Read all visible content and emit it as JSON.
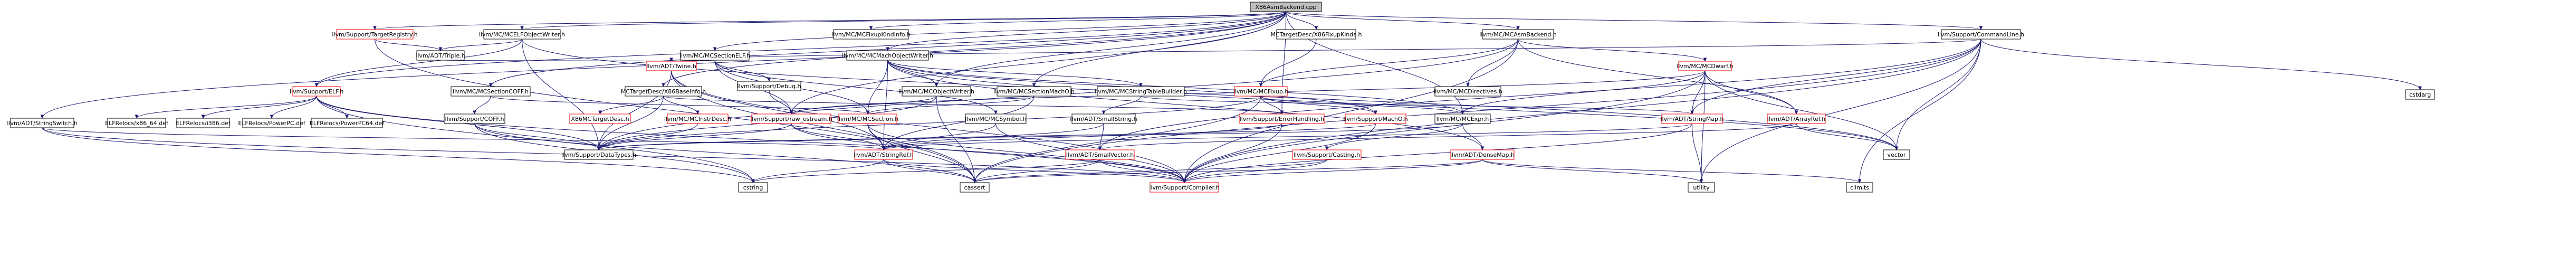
{
  "graph": {
    "root": "X86AsmBackend.cpp",
    "colors": {
      "edge": "#191970",
      "node_border_black": "#000000",
      "node_border_red": "#ff0000",
      "node_fill": "#ffffff",
      "root_fill": "#bfbfbf",
      "text": "#000000"
    },
    "nodes": [
      {
        "id": "root",
        "label": "X86AsmBackend.cpp"
      },
      {
        "id": "targetregistry",
        "label": "llvm/Support/TargetRegistry.h"
      },
      {
        "id": "mcelfobjectwriter",
        "label": "llvm/MC/MCELFObjectWriter.h"
      },
      {
        "id": "mcfixupkindinfo",
        "label": "llvm/MC/MCFixupKindInfo.h"
      },
      {
        "id": "x86fixupkinds",
        "label": "MCTargetDesc/X86FixupKinds.h"
      },
      {
        "id": "mcasmbackend",
        "label": "llvm/MC/MCAsmBackend.h"
      },
      {
        "id": "commandline",
        "label": "llvm/Support/CommandLine.h"
      },
      {
        "id": "triple",
        "label": "llvm/ADT/Triple.h"
      },
      {
        "id": "mcmachobjectwriter",
        "label": "llvm/MC/MCMachObjectWriter.h"
      },
      {
        "id": "mcsectionelf",
        "label": "llvm/MC/MCSectionELF.h"
      },
      {
        "id": "elf",
        "label": "llvm/Support/ELF.h"
      },
      {
        "id": "mcdwarf",
        "label": "llvm/MC/MCDwarf.h"
      },
      {
        "id": "mcsectioncoff",
        "label": "llvm/MC/MCSectionCOFF.h"
      },
      {
        "id": "x86baseinfo",
        "label": "MCTargetDesc/X86BaseInfo.h"
      },
      {
        "id": "twine",
        "label": "llvm/ADT/Twine.h"
      },
      {
        "id": "support_debug",
        "label": "llvm/Support/Debug.h"
      },
      {
        "id": "mcobjectwriter",
        "label": "llvm/MC/MCObjectWriter.h"
      },
      {
        "id": "mcsectionmacho",
        "label": "llvm/MC/MCSectionMachO.h"
      },
      {
        "id": "mcstringtablebuilder",
        "label": "llvm/MC/MCStringTableBuilder.h"
      },
      {
        "id": "mcfixup",
        "label": "llvm/MC/MCFixup.h"
      },
      {
        "id": "mcdirectives",
        "label": "llvm/MC/MCDirectives.h"
      },
      {
        "id": "stringswitch",
        "label": "llvm/ADT/StringSwitch.h"
      },
      {
        "id": "coff",
        "label": "llvm/Support/COFF.h"
      },
      {
        "id": "x86targetdesc",
        "label": "X86MCTargetDesc.h"
      },
      {
        "id": "mcinstrdesc",
        "label": "llvm/MC/MCInstrDesc.h"
      },
      {
        "id": "raw_ostream",
        "label": "llvm/Support/raw_ostream.h"
      },
      {
        "id": "mcsection",
        "label": "llvm/MC/MCSection.h"
      },
      {
        "id": "mcsymbol",
        "label": "llvm/MC/MCSymbol.h"
      },
      {
        "id": "adtstring",
        "label": "llvm/ADT/SmallString.h"
      },
      {
        "id": "errorhandling",
        "label": "llvm/Support/ErrorHandling.h"
      },
      {
        "id": "supportmacho",
        "label": "llvm/Support/MachO.h"
      },
      {
        "id": "mcexpr",
        "label": "llvm/MC/MCExpr.h"
      },
      {
        "id": "stringmap",
        "label": "llvm/ADT/StringMap.h"
      },
      {
        "id": "arrayref",
        "label": "llvm/ADT/ArrayRef.h"
      },
      {
        "id": "elf_x86_64",
        "label": "ELFRelocs/x86_64.def"
      },
      {
        "id": "elf_i386",
        "label": "ELFRelocs/i386.def"
      },
      {
        "id": "elf_ppc",
        "label": "ELFRelocs/PowerPC.def"
      },
      {
        "id": "elf_ppc64",
        "label": "ELFRelocs/PowerPC64.def"
      },
      {
        "id": "datatypes",
        "label": "llvm/Support/DataTypes.h"
      },
      {
        "id": "stringref",
        "label": "llvm/ADT/StringRef.h"
      },
      {
        "id": "smallvector",
        "label": "llvm/ADT/SmallVector.h"
      },
      {
        "id": "casting",
        "label": "llvm/Support/Casting.h"
      },
      {
        "id": "densemap",
        "label": "llvm/ADT/DenseMap.h"
      },
      {
        "id": "compiler",
        "label": "llvm/Support/Compiler.h"
      },
      {
        "id": "cstring",
        "label": "cstring"
      },
      {
        "id": "cassert",
        "label": "cassert"
      },
      {
        "id": "utility",
        "label": "utility"
      },
      {
        "id": "climits",
        "label": "climits"
      },
      {
        "id": "cstdarg",
        "label": "cstdarg"
      },
      {
        "id": "vector",
        "label": "vector"
      }
    ]
  }
}
